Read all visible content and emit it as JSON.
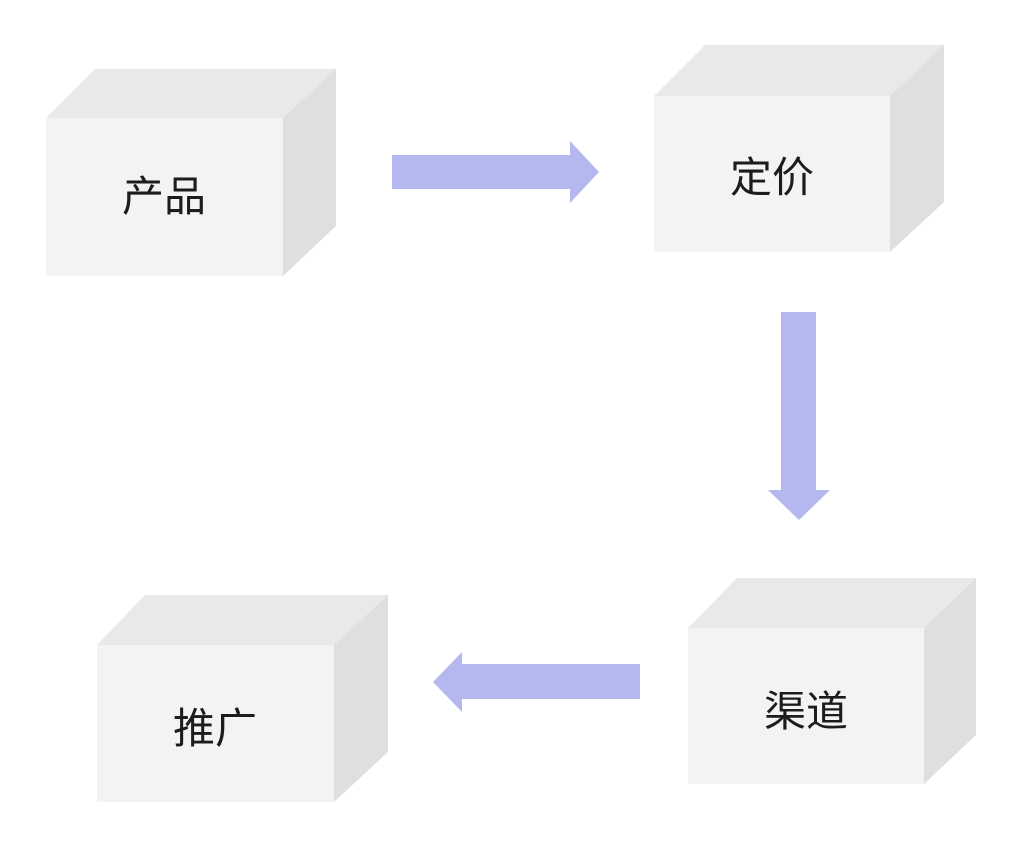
{
  "nodes": [
    {
      "id": "product",
      "label": "产品"
    },
    {
      "id": "pricing",
      "label": "定价"
    },
    {
      "id": "channel",
      "label": "渠道"
    },
    {
      "id": "promotion",
      "label": "推广"
    }
  ],
  "edges": [
    {
      "from": "product",
      "to": "pricing"
    },
    {
      "from": "pricing",
      "to": "channel"
    },
    {
      "from": "channel",
      "to": "promotion"
    }
  ],
  "colors": {
    "box_front": "#f3f3f5",
    "box_top": "#e9e9eb",
    "box_side": "#dedfe1",
    "arrow": "#b4b8ef",
    "text": "#1c1c1c"
  }
}
